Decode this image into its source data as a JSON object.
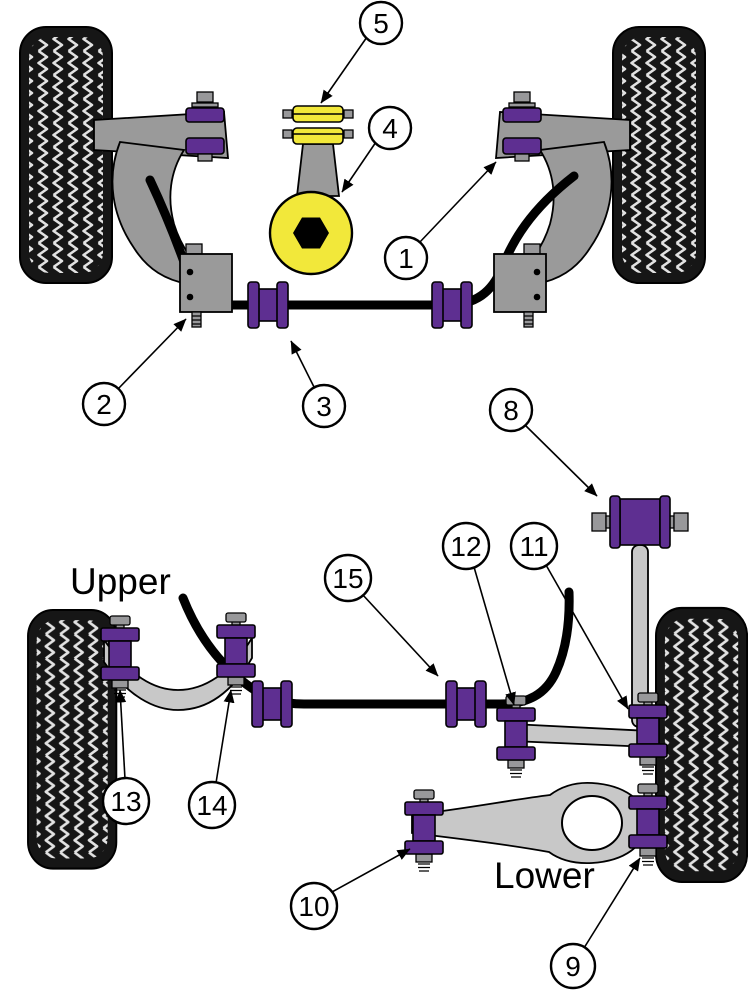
{
  "diagram": {
    "labels": {
      "upper": "Upper",
      "lower": "Lower"
    },
    "callouts": {
      "c1": "1",
      "c2": "2",
      "c3": "3",
      "c4": "4",
      "c5": "5",
      "c8": "8",
      "c9": "9",
      "c10": "10",
      "c11": "11",
      "c12": "12",
      "c13": "13",
      "c14": "14",
      "c15": "15"
    },
    "colors": {
      "bushing": "#5e2f91",
      "mount_yellow": "#f2e83a",
      "arm_front": "#9a9a9a",
      "arm_rear": "#c8c8c8",
      "bar": "#000000",
      "tire": "#161616",
      "tread": "#e2e2e2",
      "steel": "#98989a",
      "callout_fill": "#ffffff",
      "background": "#ffffff"
    }
  }
}
